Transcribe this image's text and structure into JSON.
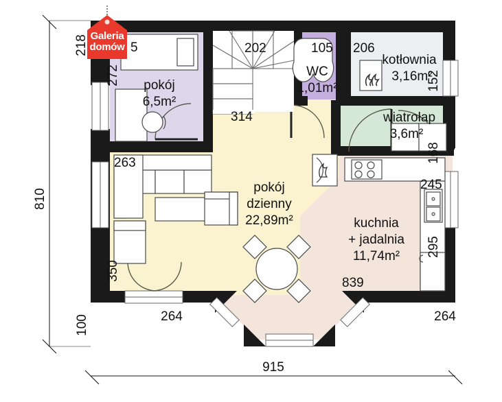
{
  "logo": {
    "line1": "Galeria",
    "line2": "domów",
    "color": "#e8392c"
  },
  "palette": {
    "wall": "#1a1a1a",
    "living_fill": "#fbf3d0",
    "dining_fill": "#f3e4dc",
    "bedroom_fill": "#ded7ec",
    "wc_fill": "#c3aedd",
    "boiler_fill": "#eceef2",
    "vestibule_fill": "#d5e8d7",
    "furniture_line": "#3a3a3a",
    "dim_line": "#000000"
  },
  "rooms": [
    {
      "name": "pokój",
      "area": "6,5m²",
      "code": ""
    },
    {
      "name": "WC",
      "area": "1,01m²",
      "code": "105"
    },
    {
      "name": "kotłownia",
      "area": "3,16m²",
      "code": "206"
    },
    {
      "name": "wiatrołap",
      "area": "3,6m²",
      "code": ""
    },
    {
      "name": "pokój dzienny",
      "area": "22,89m²",
      "code": ""
    },
    {
      "name": "kuchnia + jadalnia",
      "area": "11,74m²",
      "code": ""
    }
  ],
  "labels": {
    "room_bedroom_name": "pokój",
    "room_bedroom_area": "6,5m²",
    "room_wc_name": "WC",
    "room_wc_area": "1,01m²",
    "room_wc_code": "105",
    "room_boiler_name": "kotłownia",
    "room_boiler_area": "3,16m²",
    "room_boiler_code": "206",
    "room_vestibule_name": "wiatrołap",
    "room_vestibule_area": "3,6m²",
    "room_living_name1": "pokój",
    "room_living_name2": "dzienny",
    "room_living_area": "22,89m²",
    "room_kitchen_name1": "kuchnia",
    "room_kitchen_name2": "+ jadalnia",
    "room_kitchen_area": "11,74m²"
  },
  "dimensions": {
    "overall_height": "810",
    "overall_width": "915",
    "left_bottom_offset": "100",
    "bedroom_top_partial": "5",
    "bedroom_left_vertical": "218",
    "bedroom_width": "272",
    "stairs": "202",
    "hall_width": "314",
    "wc_code": "105",
    "boiler_code": "206",
    "boiler_side": "152",
    "vestibule_side": "168",
    "kitchen_top": "245",
    "kitchen_right": "295",
    "sofa_wall": "263",
    "living_bottom_wall": "350",
    "bottom_left": "264",
    "bottom_right": "264",
    "dining_diag": "839"
  }
}
